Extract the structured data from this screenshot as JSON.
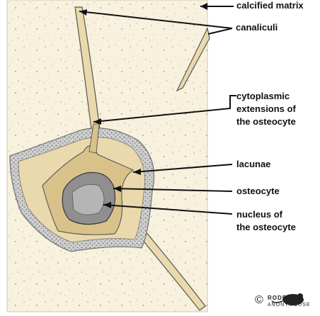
{
  "labels": {
    "calcified_matrix": "calcified matrix",
    "canaliculi": "canaliculi",
    "cytoplasmic_line1": "cytoplasmic",
    "cytoplasmic_line2": "extensions of",
    "cytoplasmic_line3": "the osteocyte",
    "lacunae": "lacunae",
    "osteocyte": "osteocyte",
    "nucleus_line1": "nucleus of",
    "nucleus_line2": "the osteocyte"
  },
  "watermark": {
    "symbol": "©",
    "line1": "RODENTS",
    "line2": "ANONYMOUSE"
  },
  "colors": {
    "matrix": "#f7f1dd",
    "lacuna": "#ead9ac",
    "osteocyte": "#d9c28a",
    "nucleus": "#8f8f8f",
    "wall": "#d8d8d8",
    "ink": "#111111"
  }
}
